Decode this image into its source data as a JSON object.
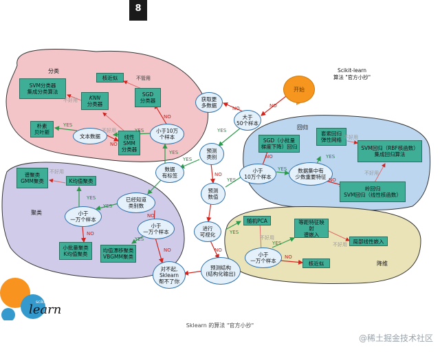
{
  "badge": "8",
  "header": {
    "line1": "Scikit-learn",
    "line2": "算法 \"官方小抄\""
  },
  "caption": "Sklearn 的算法 \"官方小抄\"",
  "watermark": "@稀土掘金技术社区",
  "logo": {
    "small": "scikit",
    "big": "learn"
  },
  "colors": {
    "classify": "#f3c5c8",
    "cluster": "#cfcbe8",
    "regress": "#bcd6f0",
    "reduce": "#ebe3b8",
    "node": "#3fae97",
    "start": "#f6961e",
    "yes": "#1c8a3c",
    "no": "#c4201c"
  },
  "regions": {
    "classify": "分类",
    "cluster": "聚类",
    "regress": "回归",
    "reduce": "降维"
  },
  "algos": {
    "svc": "SVM分类器\n集成分类算法",
    "knn_line1": "KNN",
    "knn_line2": "分类器",
    "approx": "核近似",
    "sgd_clf": "SGD\n分类器",
    "bayes": "朴素\n贝叶斯",
    "linsvc": "线性\nSMM\n分类器",
    "spectral": "谱聚类\nGMM聚类",
    "kmeans": "K均值聚类",
    "minibatch": "小批量聚类\nK均值聚类",
    "meanshift": "均值漂移聚类\nVBGMM聚类",
    "sgd_reg": "SGD（小批量\n梯度下降）回归",
    "lasso": "套索回归\n弹性网络",
    "svr_ens": "SVM回归（RBF核函数）\n集成回归算法",
    "ridge": "岭回归\nSVM回归（线性核函数）",
    "pca": "随机PCA",
    "isomap": "等距特征映射\n谱嵌入",
    "lle": "局部线性嵌入",
    "approx2": "核近似"
  },
  "decisions": {
    "start": "开始",
    "gt50": "大于\n50个样本",
    "more_data": "获取更\n多数据",
    "pred_cat": "预测\n类别",
    "labeled": "数据\n有标签",
    "pred_qty": "预测\n数值",
    "visual": "进行\n可视化",
    "struct": "预测结构\n(结构化输出)",
    "tough": "对不起,\nSklearn\n帮不了你",
    "lt100k_cls": "小于10万\n个样本",
    "text": "文本数据",
    "ncat": "已经知道\n类别数",
    "lt10k_a": "小于\n一万个样本",
    "lt10k_b": "小于\n一万个样本",
    "lt100k_reg": "小于\n10万个样本",
    "few_feat": "数据集中有\n少数重要特征",
    "lt10k_dr": "小于\n一万个样本"
  },
  "labels": {
    "yes": "YES",
    "no": "NO",
    "not_working": "不好用",
    "not_working2": "不管用"
  }
}
